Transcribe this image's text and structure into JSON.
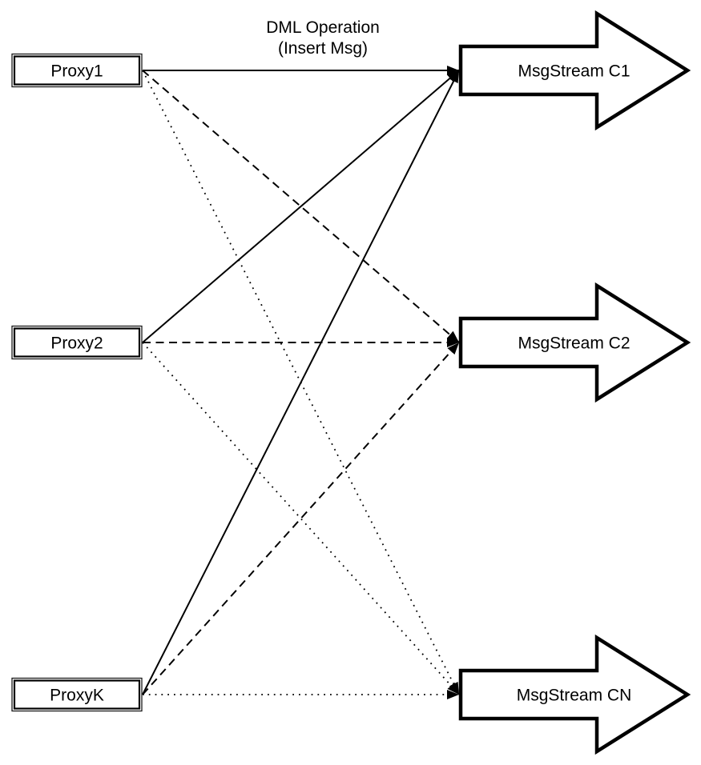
{
  "diagram": {
    "title_line1": "DML Operation",
    "title_line2": "(Insert Msg)",
    "proxies": [
      {
        "id": "proxy1",
        "label": "Proxy1"
      },
      {
        "id": "proxy2",
        "label": "Proxy2"
      },
      {
        "id": "proxyk",
        "label": "ProxyK"
      }
    ],
    "streams": [
      {
        "id": "c1",
        "label": "MsgStream C1"
      },
      {
        "id": "c2",
        "label": "MsgStream C2"
      },
      {
        "id": "cn",
        "label": "MsgStream CN"
      }
    ],
    "edges": [
      {
        "from": "proxy1",
        "to": "c1",
        "style": "solid"
      },
      {
        "from": "proxy2",
        "to": "c1",
        "style": "solid"
      },
      {
        "from": "proxyk",
        "to": "c1",
        "style": "solid"
      },
      {
        "from": "proxy1",
        "to": "c2",
        "style": "dashed"
      },
      {
        "from": "proxy2",
        "to": "c2",
        "style": "dashed"
      },
      {
        "from": "proxyk",
        "to": "c2",
        "style": "dashed"
      },
      {
        "from": "proxy1",
        "to": "cn",
        "style": "dotted"
      },
      {
        "from": "proxy2",
        "to": "cn",
        "style": "dotted"
      },
      {
        "from": "proxyk",
        "to": "cn",
        "style": "dotted"
      }
    ],
    "colors": {
      "line": "#000000",
      "shape_fill": "#ffffff",
      "text": "#000000",
      "background": "#ffffff"
    }
  }
}
